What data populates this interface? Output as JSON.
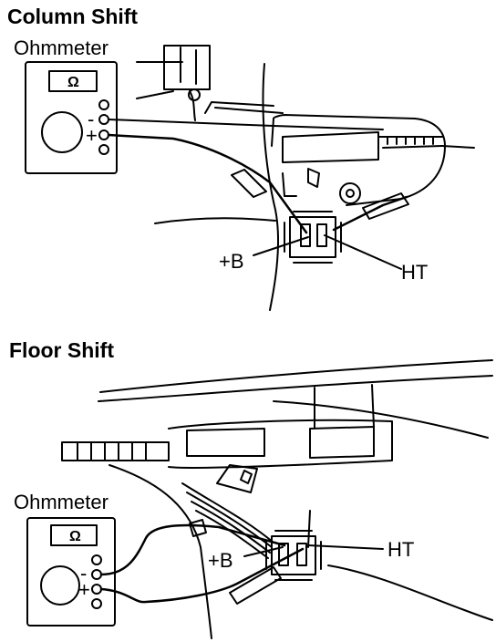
{
  "column_shift": {
    "heading": "Column Shift",
    "meter_label": "Ohmmeter",
    "meter_symbol": "Ω",
    "terminal_minus": "-",
    "terminal_plus": "+",
    "callout_b": "+B",
    "callout_ht": "HT"
  },
  "floor_shift": {
    "heading": "Floor Shift",
    "meter_label": "Ohmmeter",
    "meter_symbol": "Ω",
    "terminal_minus": "-",
    "terminal_plus": "+",
    "callout_b": "+B",
    "callout_ht": "HT"
  },
  "colors": {
    "ink": "#000000",
    "paper": "#ffffff"
  }
}
